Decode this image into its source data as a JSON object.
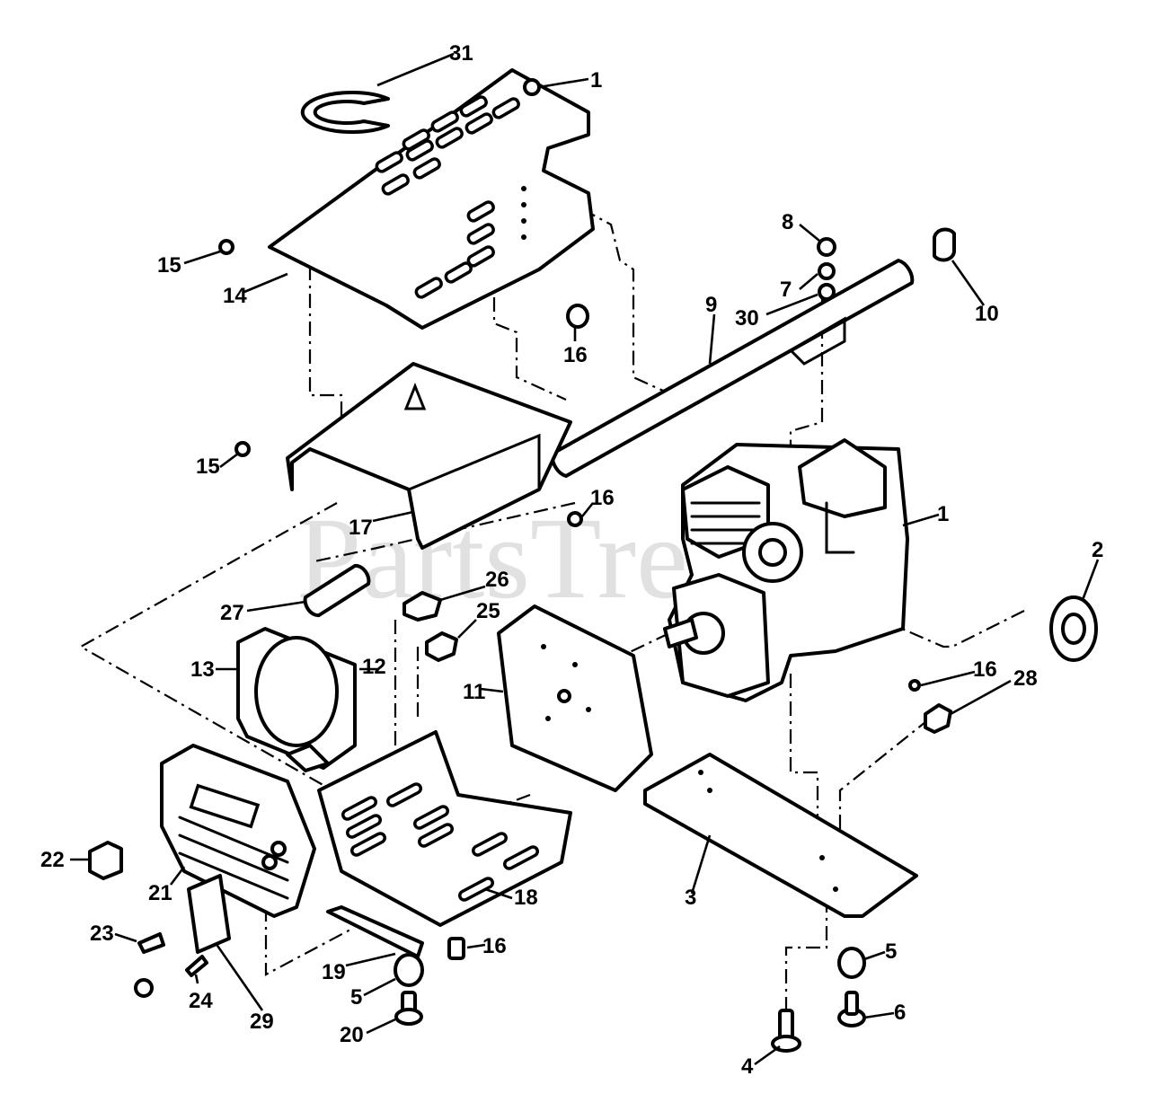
{
  "watermark": "PartsTree",
  "callouts": [
    {
      "id": "c31",
      "label": "31"
    },
    {
      "id": "c1a",
      "label": "1"
    },
    {
      "id": "c15a",
      "label": "15"
    },
    {
      "id": "c14",
      "label": "14"
    },
    {
      "id": "c16a",
      "label": "16"
    },
    {
      "id": "c8",
      "label": "8"
    },
    {
      "id": "c7",
      "label": "7"
    },
    {
      "id": "c30",
      "label": "30"
    },
    {
      "id": "c9",
      "label": "9"
    },
    {
      "id": "c10",
      "label": "10"
    },
    {
      "id": "c15b",
      "label": "15"
    },
    {
      "id": "c16b",
      "label": "16"
    },
    {
      "id": "c17",
      "label": "17"
    },
    {
      "id": "c1b",
      "label": "1"
    },
    {
      "id": "c2",
      "label": "2"
    },
    {
      "id": "c26",
      "label": "26"
    },
    {
      "id": "c27",
      "label": "27"
    },
    {
      "id": "c25",
      "label": "25"
    },
    {
      "id": "c13",
      "label": "13"
    },
    {
      "id": "c12",
      "label": "12"
    },
    {
      "id": "c11",
      "label": "11"
    },
    {
      "id": "c16c",
      "label": "16"
    },
    {
      "id": "c28",
      "label": "28"
    },
    {
      "id": "c22",
      "label": "22"
    },
    {
      "id": "c21",
      "label": "21"
    },
    {
      "id": "c18",
      "label": "18"
    },
    {
      "id": "c3",
      "label": "3"
    },
    {
      "id": "c23",
      "label": "23"
    },
    {
      "id": "c16d",
      "label": "16"
    },
    {
      "id": "c19",
      "label": "19"
    },
    {
      "id": "c5a",
      "label": "5"
    },
    {
      "id": "c5b",
      "label": "5"
    },
    {
      "id": "c24",
      "label": "24"
    },
    {
      "id": "c29",
      "label": "29"
    },
    {
      "id": "c6",
      "label": "6"
    },
    {
      "id": "c20",
      "label": "20"
    },
    {
      "id": "c4",
      "label": "4"
    }
  ]
}
